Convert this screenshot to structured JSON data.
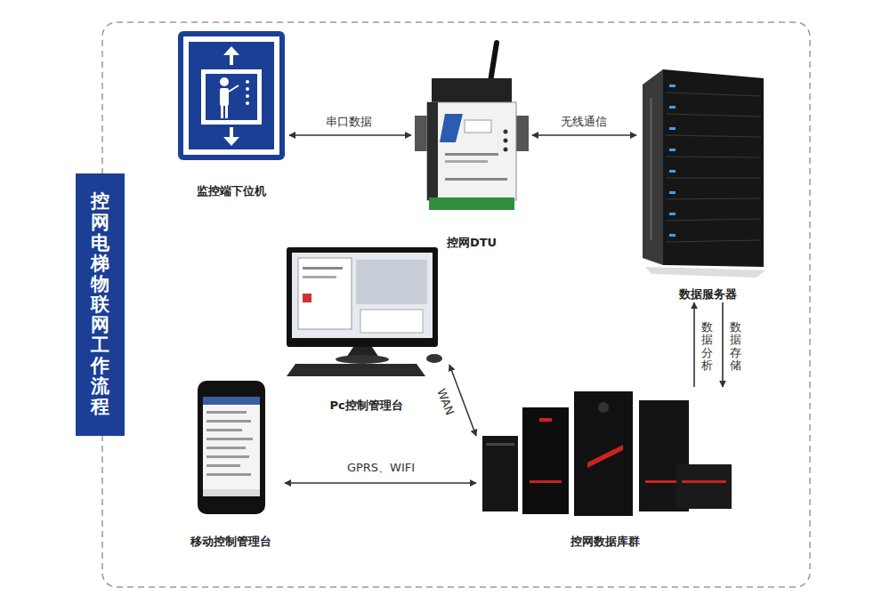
{
  "diagram": {
    "title": "控网电梯物联网工作流程",
    "nodes": [
      {
        "text": [
          "监控端下位机"
        ]
      },
      {
        "text": [
          "控网DTU"
        ]
      },
      {
        "text": [
          "数据服务器"
        ]
      },
      {
        "text": [
          "Pc控制管理台"
        ]
      },
      {
        "text": [
          "移动控制管理台"
        ]
      },
      {
        "text": [
          "控网数据库群"
        ]
      }
    ],
    "edges": [
      {
        "from": 0,
        "to": 1,
        "label": "串口数据",
        "arrow": "both"
      },
      {
        "from": 1,
        "to": 2,
        "label": "无线通信",
        "arrow": "both"
      },
      {
        "from": 5,
        "to": 2,
        "label": "数据分析",
        "arrow": "to"
      },
      {
        "from": 2,
        "to": 5,
        "label": "数据存储",
        "arrow": "to"
      },
      {
        "from": 3,
        "to": 5,
        "label": "WAN",
        "arrow": "both"
      },
      {
        "from": 4,
        "to": 5,
        "label": "GPRS、WIFI",
        "arrow": "both"
      }
    ]
  }
}
